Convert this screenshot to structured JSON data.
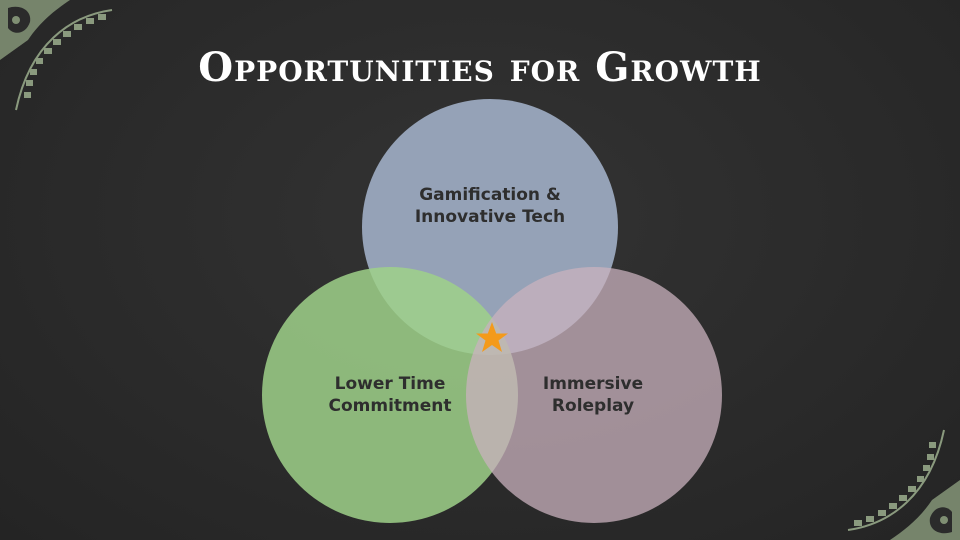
{
  "title": "Opportunities for Growth",
  "circles": [
    {
      "id": "top",
      "line1": "Gamification &",
      "line2": "Innovative Tech",
      "color": "#a7b6cf"
    },
    {
      "id": "left",
      "line1": "Lower Time",
      "line2": "Commitment",
      "color": "#9fd18a"
    },
    {
      "id": "right",
      "line1": "Immersive",
      "line2": "Roleplay",
      "color": "#c9b2bd"
    }
  ],
  "center_marker": {
    "icon": "star-icon",
    "color": "#f49a1a"
  },
  "colors": {
    "background": "#2b2b2b",
    "ornament": "#8a9a7e"
  }
}
